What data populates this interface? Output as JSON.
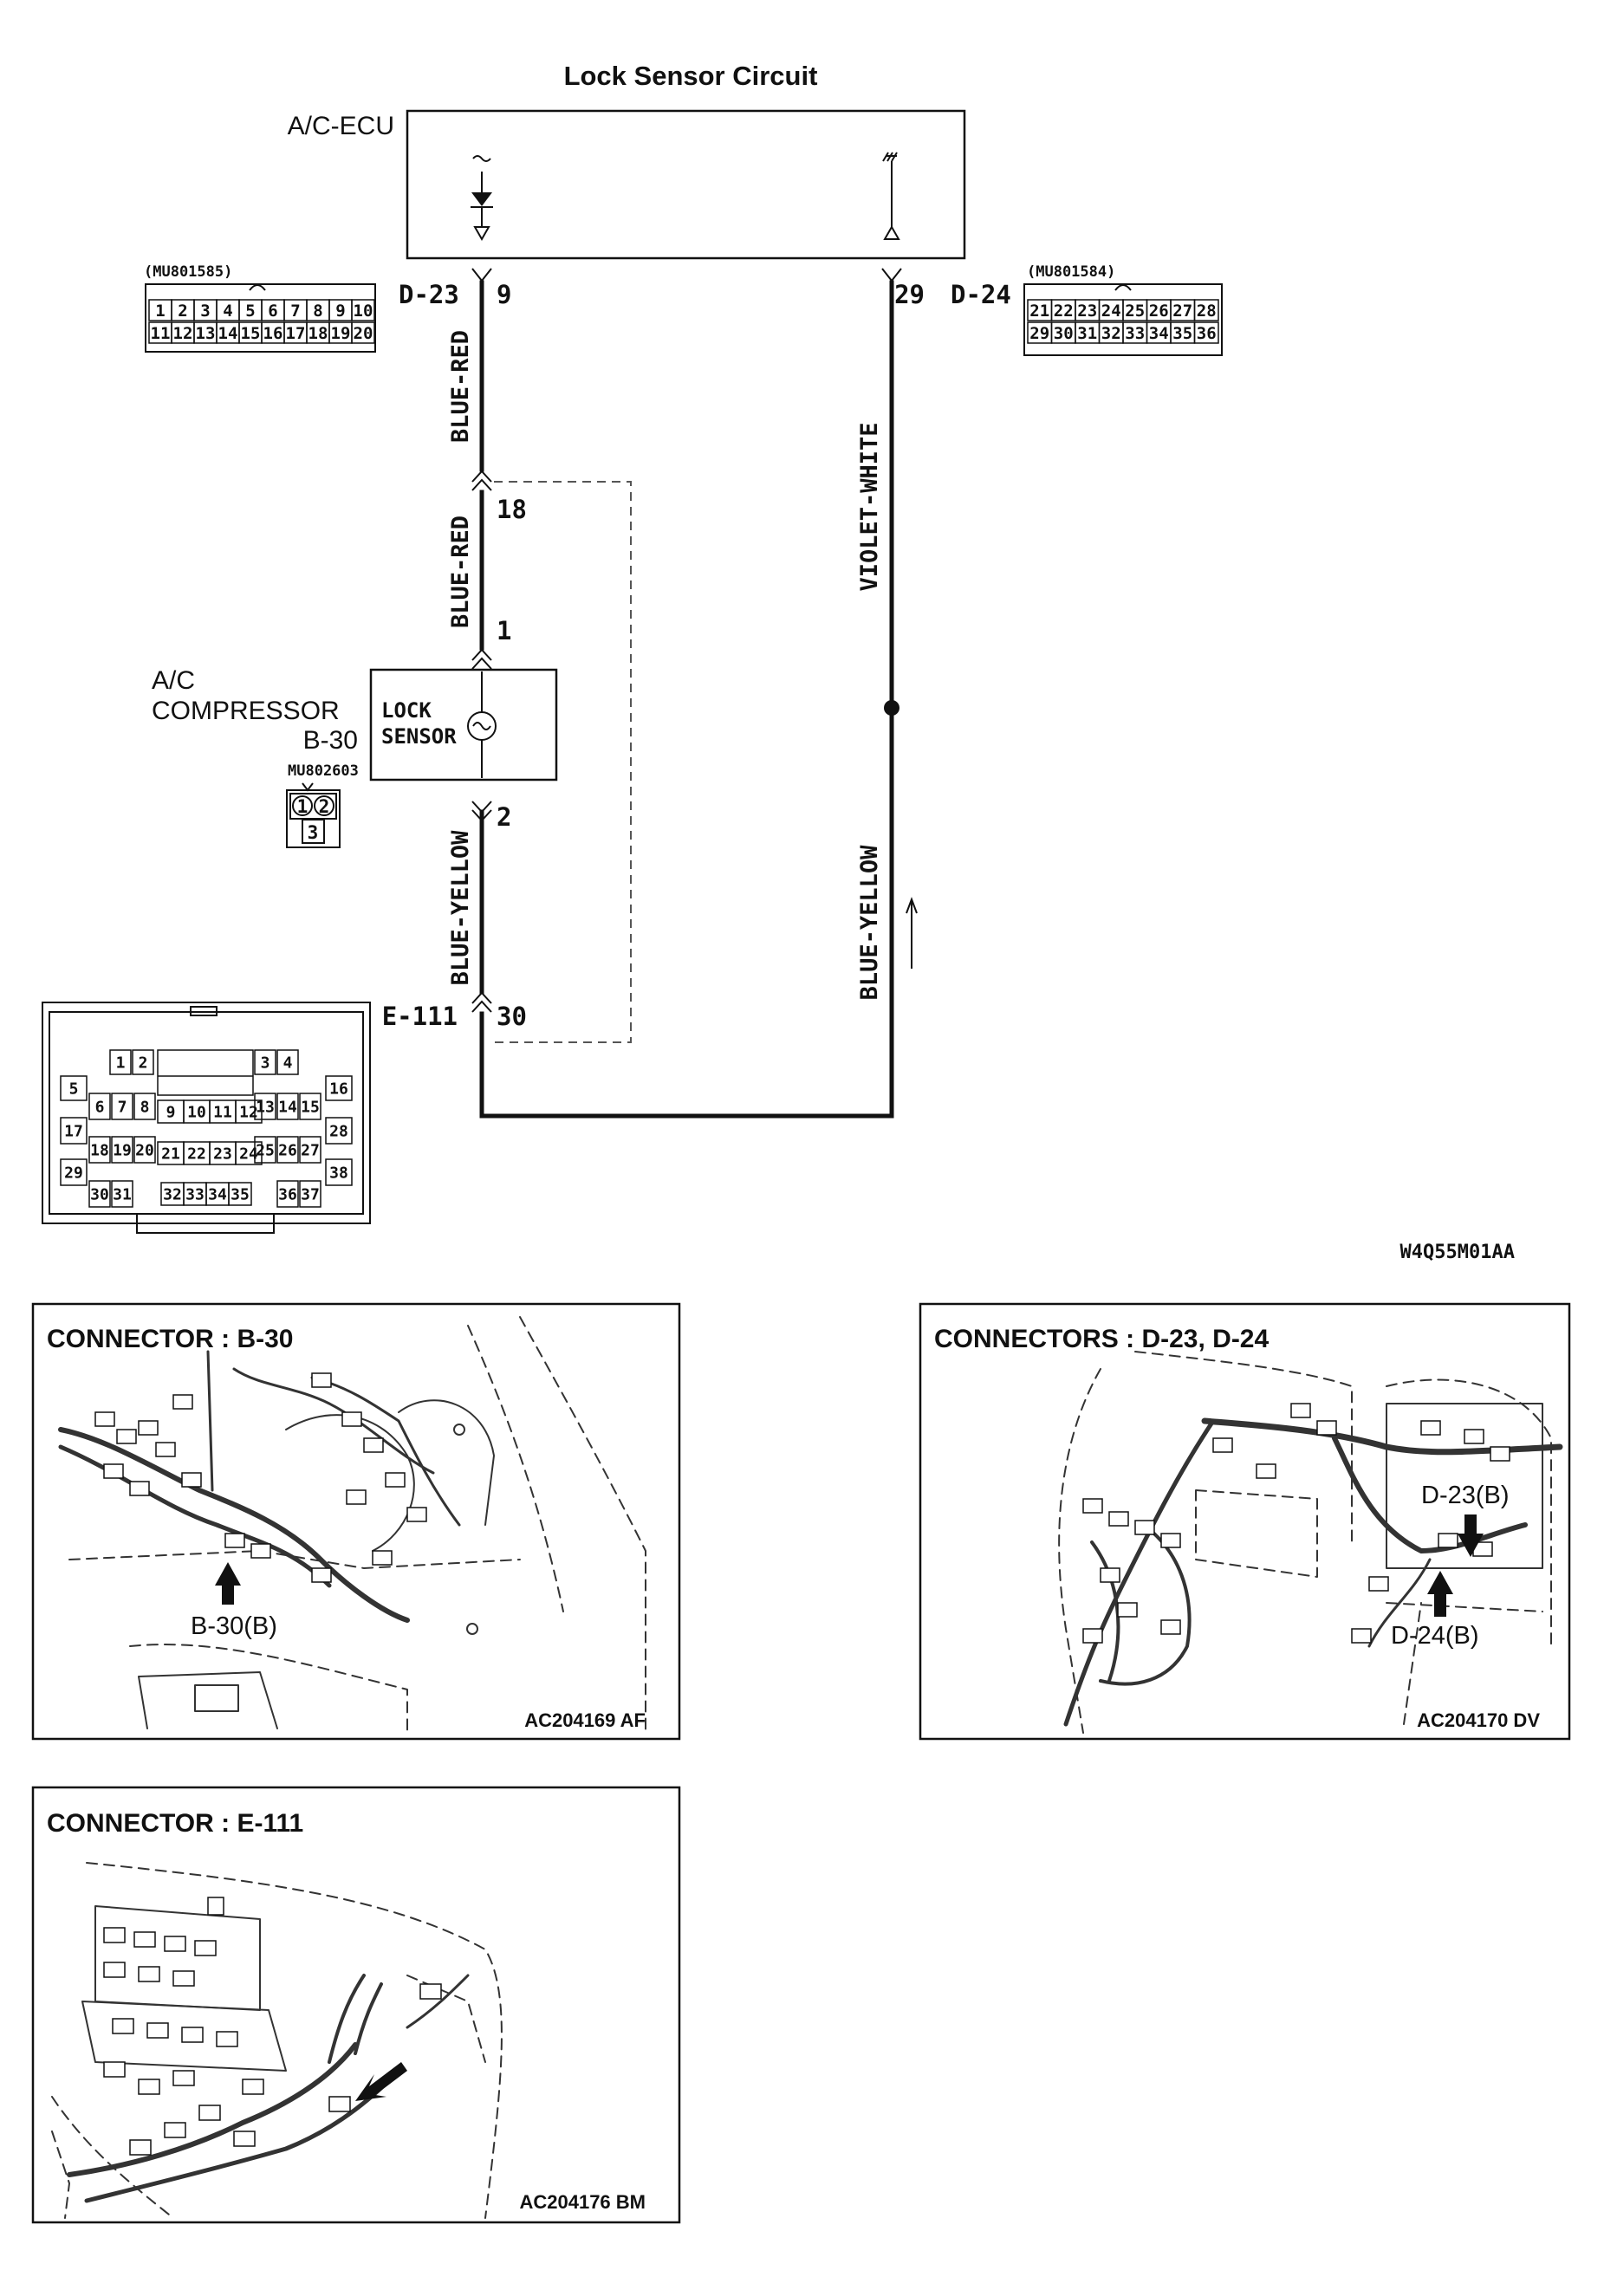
{
  "diagram": {
    "title": "Lock Sensor Circuit",
    "ecu": "A/C-ECU",
    "connectors": {
      "d23": {
        "part": "(MU801585)",
        "name": "D-23",
        "pin": "9",
        "cells": [
          [
            "1",
            "2",
            "3",
            "4",
            "5",
            "6",
            "7",
            "8",
            "9",
            "10"
          ],
          [
            "11",
            "12",
            "13",
            "14",
            "15",
            "16",
            "17",
            "18",
            "19",
            "20"
          ]
        ]
      },
      "d24": {
        "part": "(MU801584)",
        "name": "D-24",
        "pin": "29",
        "cells": [
          [
            "21",
            "22",
            "23",
            "24",
            "25",
            "26",
            "27",
            "28"
          ],
          [
            "29",
            "30",
            "31",
            "32",
            "33",
            "34",
            "35",
            "36"
          ]
        ]
      },
      "b30": {
        "part": "MU802603",
        "line1": "A/C",
        "line2": "COMPRESSOR",
        "name": "B-30",
        "cells": [
          "1",
          "2",
          "3"
        ]
      },
      "e111": {
        "name": "E-111",
        "pin_upper": "18",
        "pin_lower": "30",
        "cells": [
          "1",
          "2",
          "3",
          "4",
          "5",
          "6",
          "7",
          "8",
          "9",
          "10",
          "11",
          "12",
          "13",
          "14",
          "15",
          "16",
          "17",
          "18",
          "19",
          "20",
          "21",
          "22",
          "23",
          "24",
          "25",
          "26",
          "27",
          "28",
          "29",
          "30",
          "31",
          "32",
          "33",
          "34",
          "35",
          "36",
          "37",
          "38"
        ]
      }
    },
    "sensor": {
      "line1": "LOCK",
      "line2": "SENSOR",
      "pin_in": "1",
      "pin_out": "2"
    },
    "wires": {
      "left_upper": "BLUE-RED",
      "left_middle": "BLUE-RED",
      "left_lower": "BLUE-YELLOW",
      "right_upper": "VIOLET-WHITE",
      "right_lower": "BLUE-YELLOW"
    },
    "code": "W4Q55M01AA"
  },
  "panels": [
    {
      "title": "CONNECTOR : B-30",
      "labels": [
        "B-30(B)"
      ],
      "code": "AC204169 AF"
    },
    {
      "title": "CONNECTORS : D-23, D-24",
      "labels": [
        "D-23(B)",
        "D-24(B)"
      ],
      "code": "AC204170 DV"
    },
    {
      "title": "CONNECTOR : E-111",
      "labels": [],
      "code": "AC204176 BM"
    }
  ]
}
